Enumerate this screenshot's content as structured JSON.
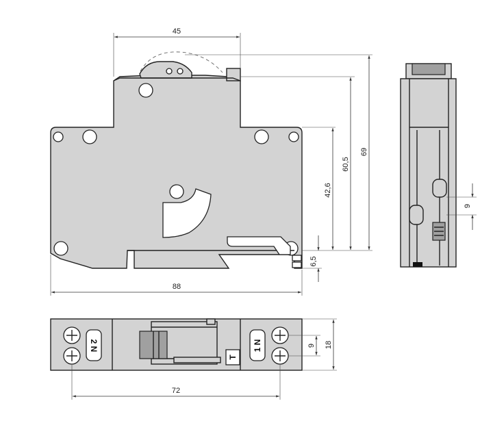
{
  "dimensions": {
    "top_width": "45",
    "total_width": "88",
    "height_69": "69",
    "height_60_5": "60,5",
    "height_42_6": "42,6",
    "rail_6_5": "6,5",
    "side_9": "9",
    "bottom_72": "72",
    "bottom_9": "9",
    "bottom_18": "18"
  },
  "terminals": {
    "left": "2 N",
    "right": "1 N",
    "test": "T"
  }
}
